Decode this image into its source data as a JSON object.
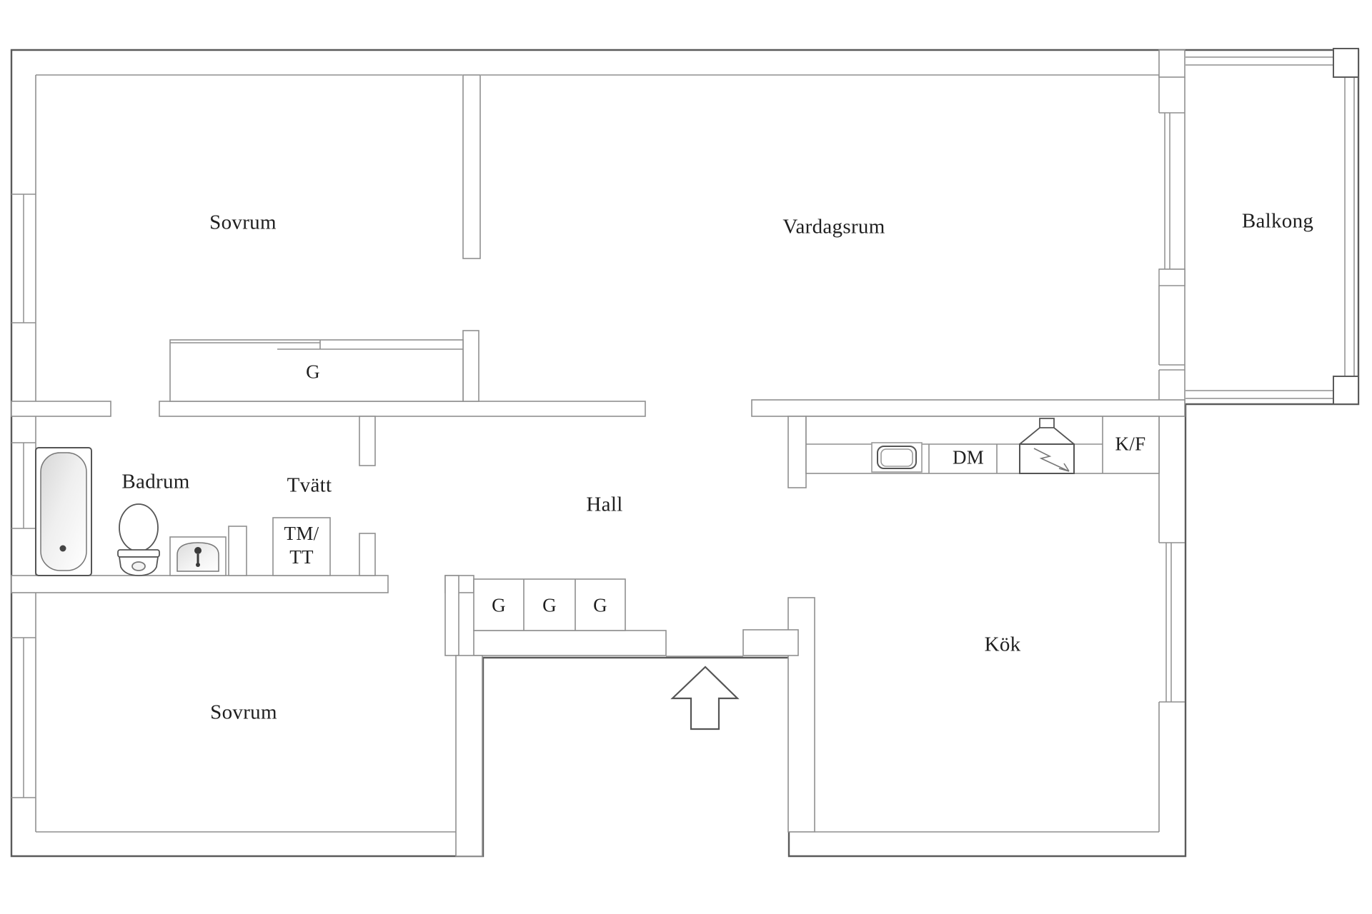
{
  "floorplan": {
    "rooms": {
      "bedroom_top": {
        "label": "Sovrum"
      },
      "living_room": {
        "label": "Vardagsrum"
      },
      "balcony": {
        "label": "Balkong"
      },
      "bathroom": {
        "label": "Badrum"
      },
      "laundry": {
        "label": "Tvätt"
      },
      "hall": {
        "label": "Hall"
      },
      "kitchen": {
        "label": "Kök"
      },
      "bedroom_bottom": {
        "label": "Sovrum"
      }
    },
    "fixtures": {
      "wardrobe_large": {
        "label": "G"
      },
      "wardrobe_1": {
        "label": "G"
      },
      "wardrobe_2": {
        "label": "G"
      },
      "wardrobe_3": {
        "label": "G"
      },
      "washer_dryer": {
        "label_line1": "TM/",
        "label_line2": "TT"
      },
      "dishwasher": {
        "label": "DM"
      },
      "fridge_freezer": {
        "label": "K/F"
      }
    },
    "colors": {
      "outer_wall": "#5a5a5a",
      "inner_wall": "#8f8f8f",
      "fixture_line": "#555555",
      "text": "#1f1f1f",
      "shading": "#d9d9d9"
    }
  }
}
